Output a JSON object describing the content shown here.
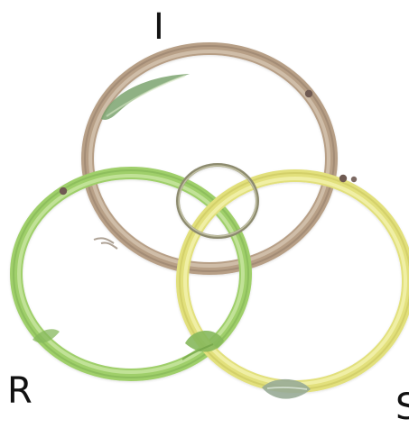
{
  "labels": {
    "top": "I",
    "left": "R",
    "right": "S"
  },
  "rings": [
    {
      "name": "top-ring",
      "color": "#b79f86",
      "highlight": "#d7c7b3",
      "shadow": "#7e6a59"
    },
    {
      "name": "left-ring",
      "color": "#9fcf6a",
      "highlight": "#c9e6a3",
      "shadow": "#6e9f45"
    },
    {
      "name": "right-ring",
      "color": "#e2e07b",
      "highlight": "#f4f2b0",
      "shadow": "#b6b14b"
    },
    {
      "name": "center-ring",
      "color": "#8c8a6e",
      "highlight": "#c7c5a9",
      "shadow": "#5f5d4a"
    }
  ],
  "decorations": [
    {
      "name": "leaf-top",
      "color": "#7ba36e"
    },
    {
      "name": "leaf-middle",
      "color": "#86b85c"
    },
    {
      "name": "leaf-bottom",
      "color": "#98ab96"
    },
    {
      "name": "bud-top",
      "color": "#6f5a52"
    },
    {
      "name": "bud-left",
      "color": "#6f5a52"
    },
    {
      "name": "bud-right",
      "color": "#6f5a52"
    }
  ]
}
